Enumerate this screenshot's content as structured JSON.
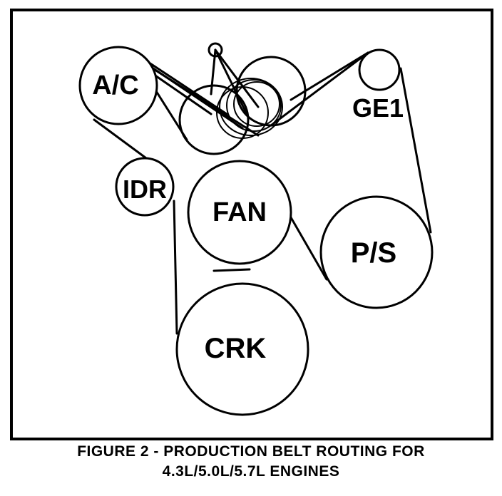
{
  "figure": {
    "caption_line_1": "FIGURE 2 - PRODUCTION BELT ROUTING FOR",
    "caption_line_2": "4.3L/5.0L/5.7L ENGINES"
  },
  "pulleys": {
    "ac": "A/C",
    "idler": "IDR",
    "fan": "FAN",
    "crank": "CRK",
    "generator": "GE1",
    "power_steering": "P/S"
  },
  "colors": {
    "line": "#000000",
    "background": "#ffffff"
  }
}
